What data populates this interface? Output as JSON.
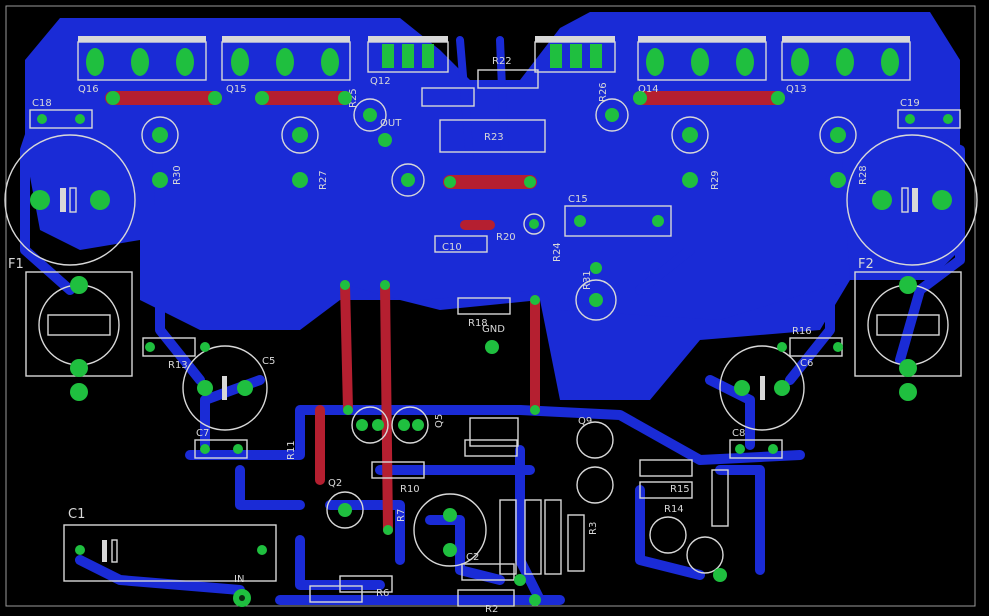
{
  "labels": {
    "C1": "C1",
    "C2": "C2",
    "C5": "C5",
    "C6": "C6",
    "C7": "C7",
    "C8": "C8",
    "C10": "C10",
    "C15": "C15",
    "C18": "C18",
    "C19": "C19",
    "F1": "F1",
    "F2": "F2",
    "Q2": "Q2",
    "Q5": "Q5",
    "Q9": "Q9",
    "Q12": "Q12",
    "Q13": "Q13",
    "Q14": "Q14",
    "Q15": "Q15",
    "Q16": "Q16",
    "R2": "R2",
    "R3": "R3",
    "R6": "R6",
    "R7": "R7",
    "R10": "R10",
    "R11": "R11",
    "R13": "R13",
    "R14": "R14",
    "R15": "R15",
    "R16": "R16",
    "R18": "R18",
    "R20": "R20",
    "R22": "R22",
    "R23": "R23",
    "R24": "R24",
    "R25": "R25",
    "R26": "R26",
    "R27": "R27",
    "R28": "R28",
    "R29": "R29",
    "R30": "R30",
    "R31": "R31",
    "OUT": "OUT",
    "GND": "GND",
    "IN": "IN"
  },
  "colors": {
    "background": "#000000",
    "copper_bottom": "#1a2bd6",
    "copper_top": "#b51f30",
    "pad": "#1fbf3f",
    "silkscreen": "#d8d8d8"
  }
}
